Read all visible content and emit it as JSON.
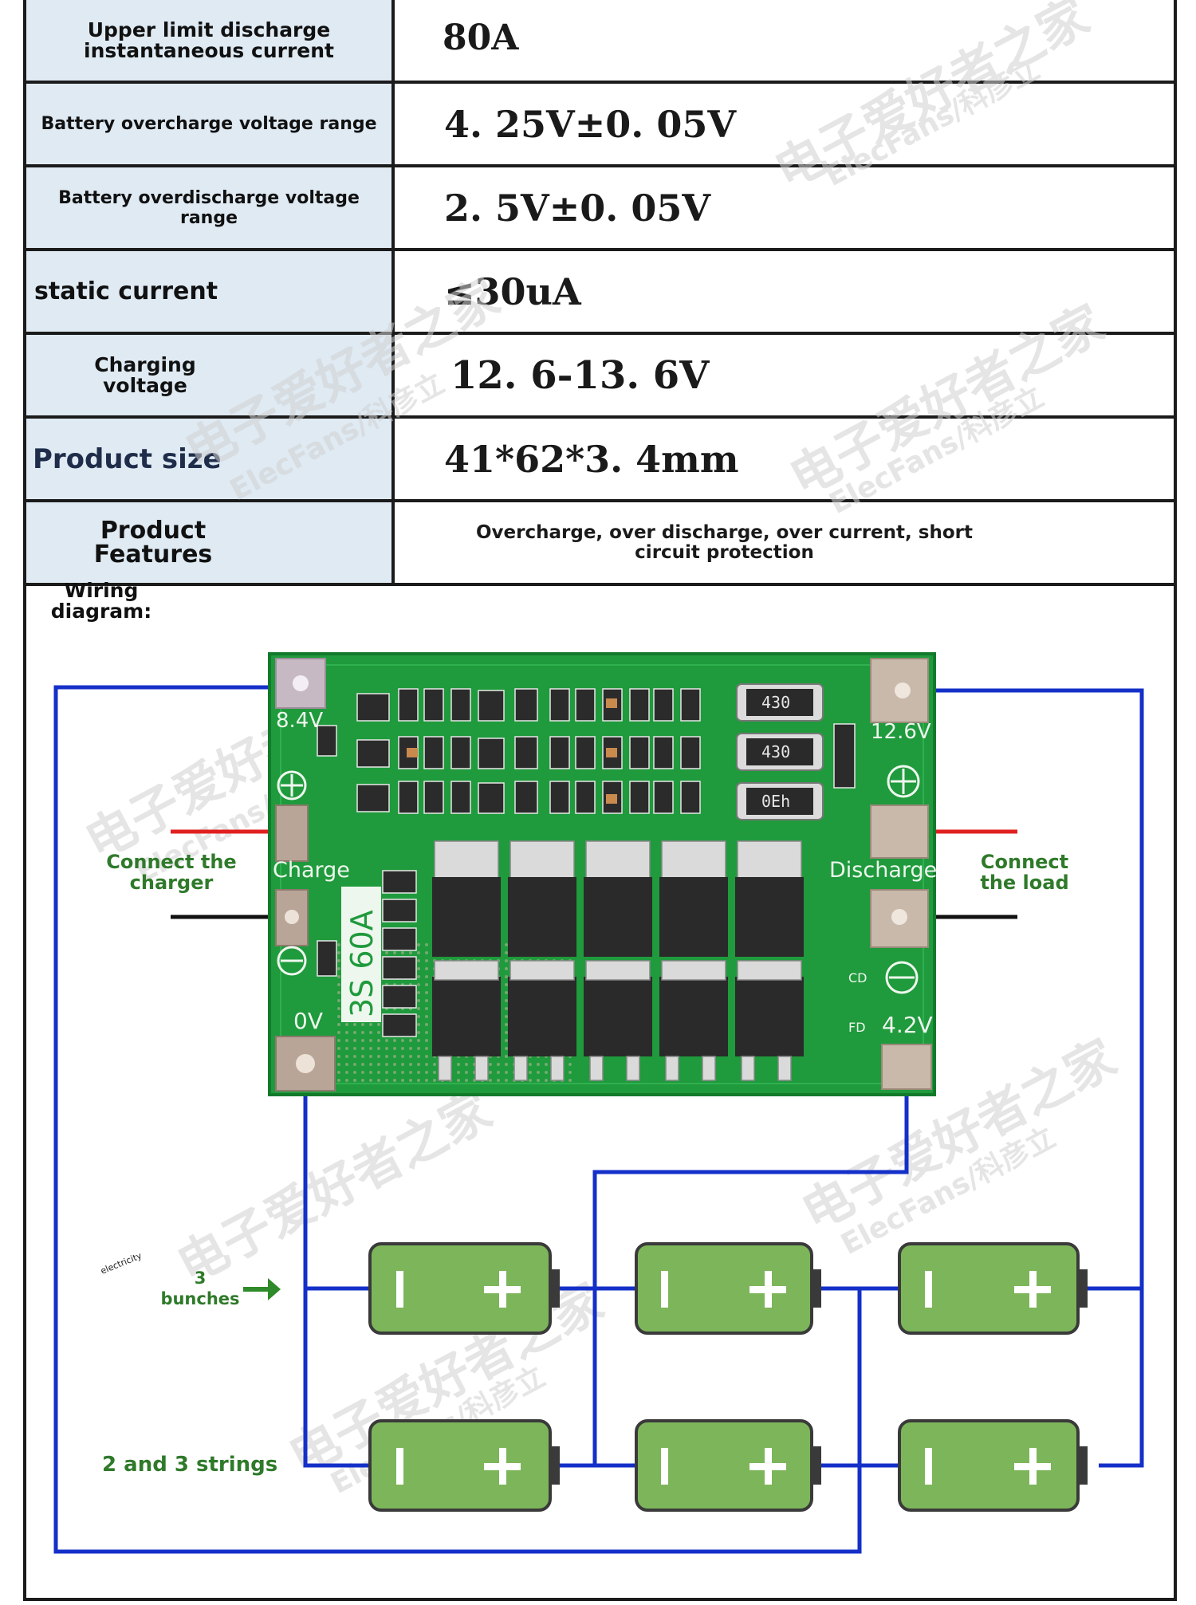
{
  "specs": [
    {
      "label": "Upper limit discharge instantaneous current",
      "value": "80A"
    },
    {
      "label": "Battery overcharge voltage range",
      "value": "4. 25V±0. 05V"
    },
    {
      "label": "Battery overdischarge voltage range",
      "value": "2. 5V±0. 05V"
    },
    {
      "label": "static current",
      "value": "≤30uA"
    },
    {
      "label": "Charging voltage",
      "value": "12. 6-13. 6V"
    },
    {
      "label": "Product size",
      "value": "41*62*3. 4mm"
    },
    {
      "label": "Product Features",
      "value": "Overcharge, over discharge, over current, short circuit protection"
    }
  ],
  "wiring": {
    "title": "Wiring diagram:",
    "charger_label": "Connect the charger",
    "load_label": "Connect the load",
    "bunches_label": "3 bunches",
    "strings_label": "2 and 3 strings",
    "electricity_label": "electricity"
  },
  "board": {
    "label_84v": "8.4V",
    "label_126v": "12.6V",
    "label_0v": "0V",
    "label_42v": "4.2V",
    "label_charge": "Charge",
    "label_discharge": "Discharge",
    "label_model": "3S 60A",
    "label_cd": "CD",
    "label_fd": "FD",
    "resistor_labels": [
      "430",
      "430",
      "0Eh"
    ]
  },
  "watermark": {
    "text_cn": "电子爱好者之家",
    "text_en": "ElecFans/科彦立"
  },
  "colors": {
    "label_bg": "#dfeaf3",
    "pcb_green": "#1f9a3c",
    "wire_blue": "#1430c8",
    "battery_green": "#7db65a",
    "text_green": "#2f7a2a"
  }
}
